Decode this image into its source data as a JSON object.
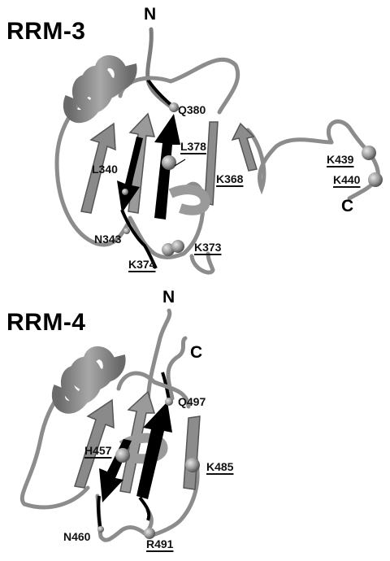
{
  "panels": [
    {
      "title": "RRM-3",
      "n_terminus": "N",
      "c_terminus": "C",
      "residues": [
        {
          "label": "Q380",
          "underlined": false
        },
        {
          "label": "L378",
          "underlined": true
        },
        {
          "label": "L340",
          "underlined": false
        },
        {
          "label": "K368",
          "underlined": true
        },
        {
          "label": "K439",
          "underlined": true
        },
        {
          "label": "K440",
          "underlined": true
        },
        {
          "label": "N343",
          "underlined": false
        },
        {
          "label": "K373",
          "underlined": true
        },
        {
          "label": "K374",
          "underlined": true
        }
      ]
    },
    {
      "title": "RRM-4",
      "n_terminus": "N",
      "c_terminus": "C",
      "residues": [
        {
          "label": "Q497",
          "underlined": false
        },
        {
          "label": "H457",
          "underlined": true
        },
        {
          "label": "K485",
          "underlined": true
        },
        {
          "label": "N460",
          "underlined": false
        },
        {
          "label": "R491",
          "underlined": true
        }
      ]
    }
  ],
  "colors": {
    "ribbon": "#8c8c8c",
    "ribbon_dark": "#5e5e5e",
    "highlight": "#000000",
    "sphere": "#9a9a9a"
  }
}
